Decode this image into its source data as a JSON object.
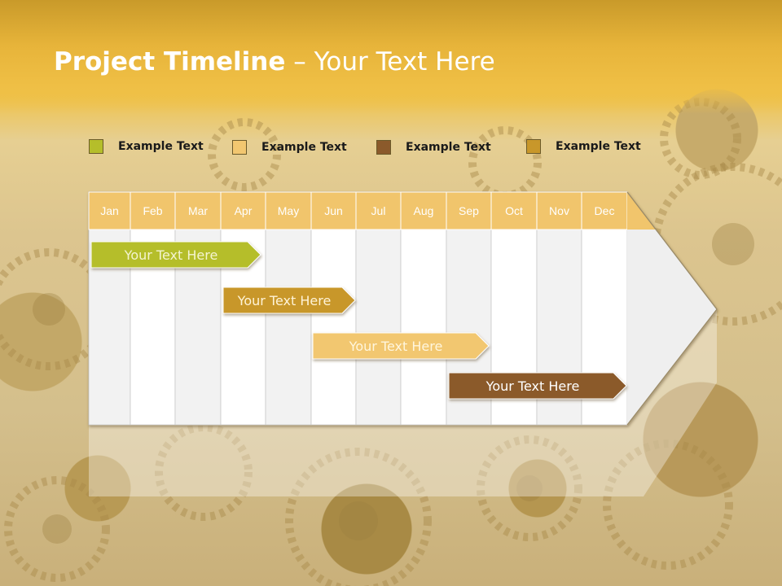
{
  "slide": {
    "title_bold": "Project Timeline",
    "title_rest": " – Your Text Here"
  },
  "legend": [
    {
      "label": "Example Text",
      "color": "#b5be2a"
    },
    {
      "label": "Example Text",
      "color": "#f2c770"
    },
    {
      "label": "Example Text",
      "color": "#8b5a2b"
    },
    {
      "label": "Example Text",
      "color": "#c8972a"
    }
  ],
  "months": [
    "Jan",
    "Feb",
    "Mar",
    "Apr",
    "May",
    "Jun",
    "Jul",
    "Aug",
    "Sep",
    "Oct",
    "Nov",
    "Dec"
  ],
  "tasks": [
    {
      "label": "Your  Text Here",
      "color": "#b5be2a",
      "text_color": "#f4f4d0"
    },
    {
      "label": "Your  Text Here",
      "color": "#c8972a",
      "text_color": "#fff3d6"
    },
    {
      "label": "Your  Text Here",
      "color": "#f2c770",
      "text_color": "#fff6dd"
    },
    {
      "label": "Your  Text Here",
      "color": "#8b5a2b",
      "text_color": "#ffffff"
    }
  ],
  "colors": {
    "header_cell": "#f1c56c",
    "column_even": "#f2f2f2",
    "column_odd": "#ffffff",
    "grid_line": "#c8c8c8"
  }
}
